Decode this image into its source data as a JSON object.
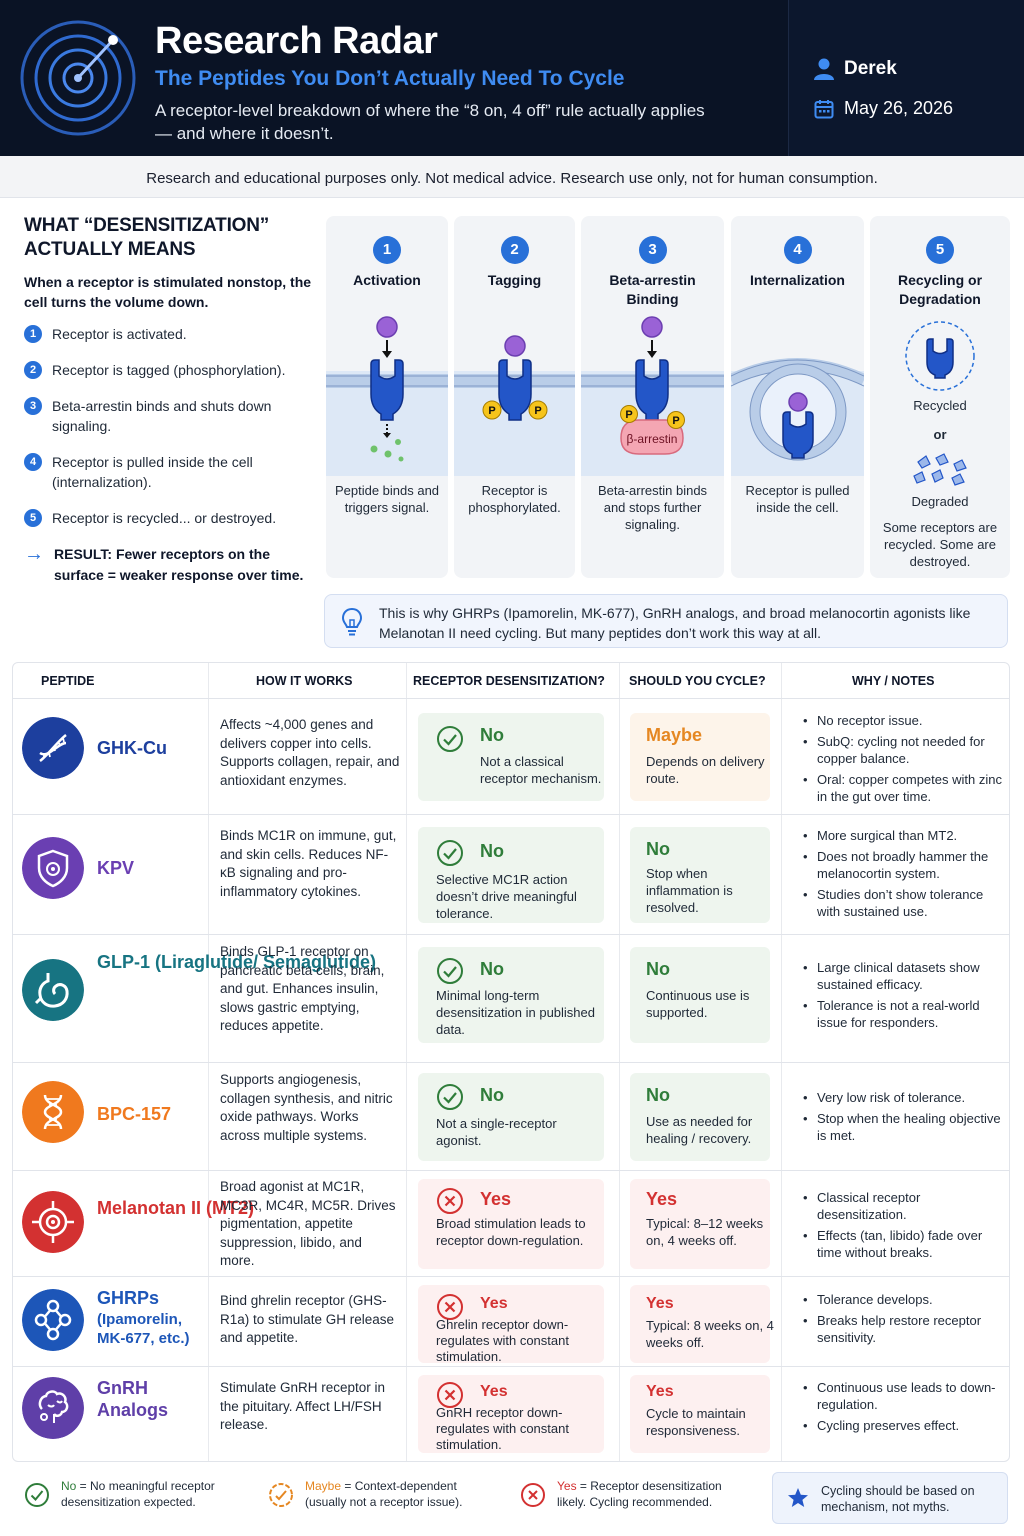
{
  "header": {
    "title": "Research Radar",
    "subtitle": "The Peptides You Don’t Actually Need To Cycle",
    "description": "A receptor-level breakdown of where the “8 on, 4 off” rule actually applies — and where it doesn’t.",
    "author": "Derek",
    "date": "May 26, 2026"
  },
  "disclaimer": "Research and educational purposes only. Not medical advice. Research use only, not for human consumption.",
  "explainer": {
    "heading": "WHAT “DESENSITIZATION” ACTUALLY MEANS",
    "lead": "When a receptor is stimulated nonstop, the cell turns the volume down.",
    "steps": [
      {
        "n": "1",
        "text": "Receptor is activated."
      },
      {
        "n": "2",
        "text": "Receptor is tagged (phosphorylation)."
      },
      {
        "n": "3",
        "text": "Beta-arrestin binds and shuts down signaling."
      },
      {
        "n": "4",
        "text": "Receptor is pulled inside the cell (internalization)."
      },
      {
        "n": "5",
        "text": "Receptor is recycled... or destroyed."
      }
    ],
    "result": "RESULT: Fewer receptors on the surface = weaker response over time."
  },
  "stages": [
    {
      "n": "1",
      "name": "Activation",
      "desc": "Peptide binds and triggers signal."
    },
    {
      "n": "2",
      "name": "Tagging",
      "desc": "Receptor is phosphorylated."
    },
    {
      "n": "3",
      "name": "Beta-arrestin Binding",
      "desc": "Beta-arrestin binds and stops further signaling.",
      "label": "β-arrestin"
    },
    {
      "n": "4",
      "name": "Internalization",
      "desc": "Receptor is pulled inside the cell."
    },
    {
      "n": "5",
      "name": "Recycling or Degradation",
      "desc": "Some receptors are recycled. Some are destroyed.",
      "recycled": "Recycled",
      "or": "or",
      "degraded": "Degraded"
    }
  ],
  "phospho_label": "P",
  "note": "This is why GHRPs (Ipamorelin, MK-677), GnRH analogs, and broad melanocortin agonists like Melanotan II need cycling. But many peptides don’t work this way at all.",
  "table": {
    "headers": [
      "PEPTIDE",
      "HOW IT WORKS",
      "RECEPTOR DESENSITIZATION?",
      "SHOULD YOU CYCLE?",
      "WHY / NOTES"
    ],
    "rows": [
      {
        "name": "GHK-Cu",
        "icon": "dna-icon",
        "color": "#1d3f9e",
        "how": "Affects ~4,000 genes and delivers copper into cells. Supports collagen, repair, and antioxidant enzymes.",
        "des": "No",
        "des_sub": "Not a classical receptor mechanism.",
        "cyc": "Maybe",
        "cyc_sub": "Depends on delivery route.",
        "notes": [
          "No receptor issue.",
          "SubQ: cycling not needed for copper balance.",
          "Oral: copper competes with zinc in the gut over time."
        ]
      },
      {
        "name": "KPV",
        "icon": "shield-icon",
        "color": "#6a3fb2",
        "how": "Binds MC1R on immune, gut, and skin cells. Reduces NF-κB signaling and pro-inflammatory cytokines.",
        "des": "No",
        "des_sub": "Selective MC1R action doesn’t drive meaningful tolerance.",
        "cyc": "No",
        "cyc_sub": "Stop when inflammation is resolved.",
        "notes": [
          "More surgical than MT2.",
          "Does not broadly hammer the melanocortin system.",
          "Studies don’t show tolerance with sustained use."
        ]
      },
      {
        "name": "GLP-1 (Liraglutide/ Semaglutide)",
        "icon": "stomach-icon",
        "color": "#177482",
        "how": "Binds GLP-1 receptor on pancreatic beta cells, brain, and gut. Enhances insulin, slows gastric emptying, reduces appetite.",
        "des": "No",
        "des_sub": "Minimal long-term desensitization in published data.",
        "cyc": "No",
        "cyc_sub": "Continuous use is supported.",
        "notes": [
          "Large clinical datasets show sustained efficacy.",
          "Tolerance is not a real-world issue for responders."
        ]
      },
      {
        "name": "BPC-157",
        "icon": "dna-icon",
        "color": "#f0791e",
        "how": "Supports angiogenesis, collagen synthesis, and nitric oxide pathways. Works across multiple systems.",
        "des": "No",
        "des_sub": "Not a single-receptor agonist.",
        "cyc": "No",
        "cyc_sub": "Use as needed for healing / recovery.",
        "notes": [
          "Very low risk of tolerance.",
          "Stop when the healing objective is met."
        ]
      },
      {
        "name": "Melanotan II (MT2)",
        "icon": "target-icon",
        "color": "#d33131",
        "how": "Broad agonist at MC1R, MC3R, MC4R, MC5R. Drives pigmentation, appetite suppression, libido, and more.",
        "des": "Yes",
        "des_sub": "Broad stimulation leads to receptor down-regulation.",
        "cyc": "Yes",
        "cyc_sub": "Typical: 8–12 weeks on, 4 weeks off.",
        "notes": [
          "Classical receptor desensitization.",
          "Effects (tan, libido) fade over time without breaks."
        ]
      },
      {
        "name": "GHRPs",
        "name_sub": "(Ipamorelin, MK-677, etc.)",
        "icon": "molecule-icon",
        "color": "#1d56b8",
        "how": "Bind ghrelin receptor (GHS-R1a) to stimulate GH release and appetite.",
        "des": "Yes",
        "des_sub": "Ghrelin receptor down-regulates with constant stimulation.",
        "cyc": "Yes",
        "cyc_sub": "Typical: 8 weeks on, 4 weeks off.",
        "notes": [
          "Tolerance develops.",
          "Breaks help restore receptor sensitivity."
        ]
      },
      {
        "name": "GnRH Analogs",
        "icon": "brain-icon",
        "color": "#5f3fa8",
        "how": "Stimulate GnRH receptor in the pituitary. Affect LH/FSH release.",
        "des": "Yes",
        "des_sub": "GnRH receptor down-regulates with constant stimulation.",
        "cyc": "Yes",
        "cyc_sub": "Cycle to maintain responsiveness.",
        "notes": [
          "Continuous use leads to down-regulation.",
          "Cycling preserves effect."
        ]
      }
    ]
  },
  "legend": {
    "no_key": "No",
    "no_text": " = No meaningful receptor desensitization expected.",
    "maybe_key": "Maybe",
    "maybe_text": " = Context-dependent (usually not a receptor issue).",
    "yes_key": "Yes",
    "yes_text": " = Receptor desensitization likely. Cycling recommended.",
    "callout": "Cycling should be based on mechanism, not myths."
  },
  "colors": {
    "accent": "#2870d8",
    "green": "#2f7d3a",
    "orange": "#e58722",
    "red": "#d33131",
    "navy": "#0a1325"
  }
}
